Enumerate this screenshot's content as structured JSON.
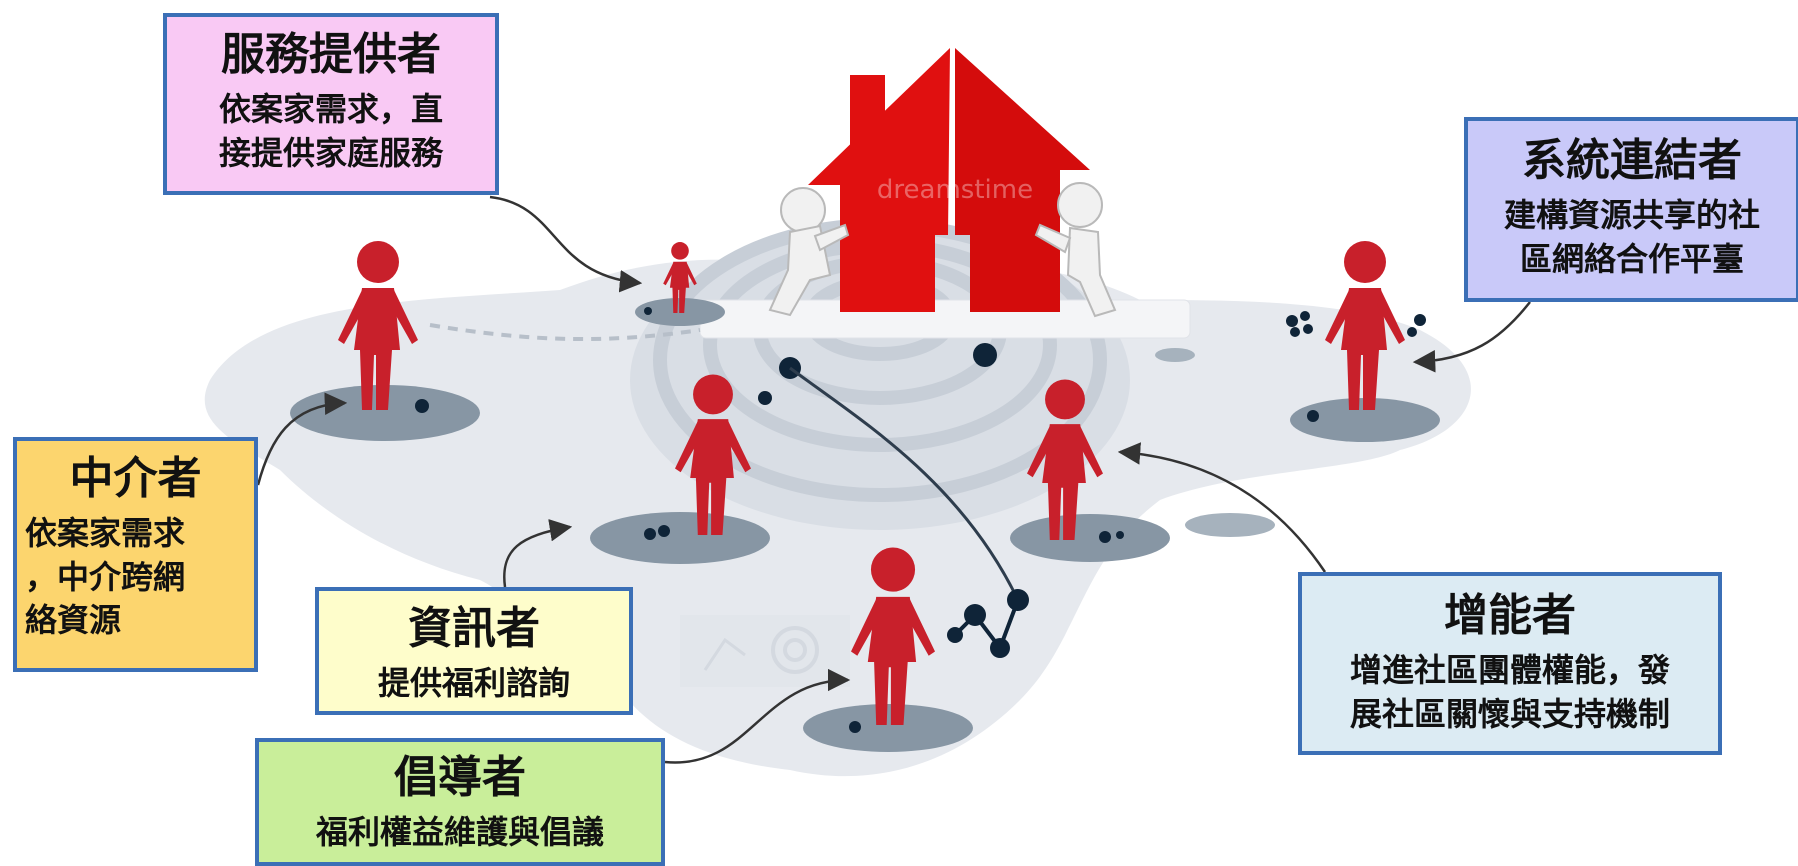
{
  "roles": {
    "service_provider": {
      "title": "服務提供者",
      "desc_line1": "依案家需求，直",
      "desc_line2": "接提供家庭服務"
    },
    "system_connector": {
      "title": "系統連結者",
      "desc_line1": "建構資源共享的社",
      "desc_line2": "區網絡合作平臺"
    },
    "mediator": {
      "title": "中介者",
      "desc_line1": "依案家需求",
      "desc_line2": "，中介跨網",
      "desc_line3": "絡資源"
    },
    "informer": {
      "title": "資訊者",
      "desc_line1": "提供福利諮詢"
    },
    "enabler": {
      "title": "增能者",
      "desc_line1": "增進社區團體權能，發",
      "desc_line2": "展社區關懷與支持機制"
    },
    "advocate": {
      "title": "倡導者",
      "desc_line1": "福利權益維護與倡議"
    }
  },
  "watermark": "dreamstime",
  "colors": {
    "figure_red": "#c8202b",
    "house_red": "#e01010",
    "platform_grey": "#e6e9ee",
    "ring_grey": "#cfd5dd",
    "disc_slate": "#8796a4",
    "dot_navy": "#0f2438",
    "box_border": "#3b6fb6"
  }
}
